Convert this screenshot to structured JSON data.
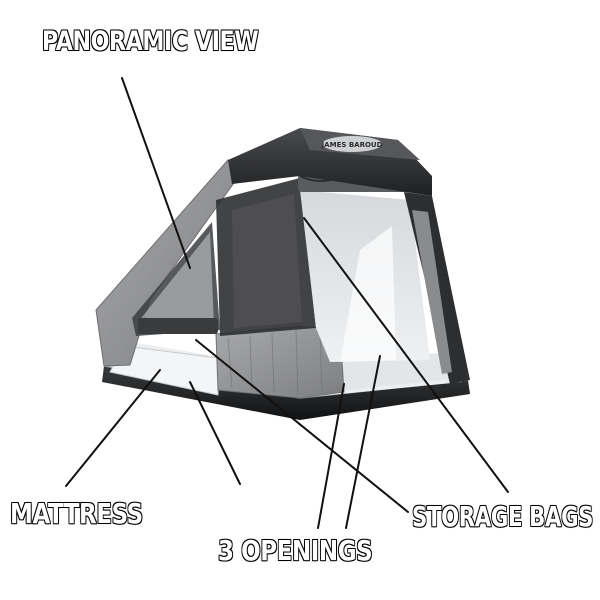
{
  "callouts": {
    "panoramic_view": "PANORAMIC VIEW",
    "mattress": "MATTRESS",
    "openings": "3 OPENINGS",
    "storage_bags": "STORAGE BAGS"
  },
  "product": {
    "image": "rooftop-tent-photo",
    "brand_lettering": "JAMES BAROUD"
  },
  "colors": {
    "callout_fill": "#ffffff",
    "callout_stroke": "#000000",
    "leader_line": "#111111",
    "tent_fabric": "#8e8f90",
    "tent_shell": "#2b2c2e",
    "mesh": "#3a3b3d"
  }
}
